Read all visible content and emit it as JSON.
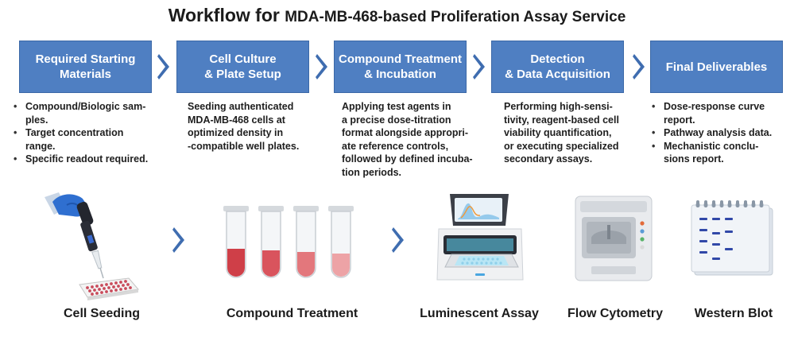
{
  "title": {
    "prefix": "Workflow for ",
    "rest": "MDA-MB-468-based Proliferation Assay Service"
  },
  "colors": {
    "step_fill": "#4f7fc2",
    "chevron": "#3f6db0"
  },
  "steps": [
    {
      "label": "Required Starting Materials",
      "lines": [
        "Required Starting",
        "Materials"
      ],
      "bullets": [
        "Compound/Biologic sam-ples.",
        "Target concentration range.",
        "Specific readout required."
      ],
      "bullet_lines": [
        [
          "Compound/Biologic sam-",
          "ples."
        ],
        [
          "Target concentration",
          "range."
        ],
        [
          "Specific readout required."
        ]
      ]
    },
    {
      "label": "Cell Culture & Plate Setup",
      "lines": [
        "Cell Culture",
        "& Plate Setup"
      ],
      "text": "Seeding authenticated MDA-MB-468 cells at optimized density in -compatible well plates.",
      "text_lines": [
        "Seeding authenticated",
        "MDA-MB-468 cells at",
        "optimized density in",
        "-compatible well plates."
      ]
    },
    {
      "label": "Compound Treatment & Incubation",
      "lines": [
        "Compound Treatment",
        "& Incubation"
      ],
      "text": "Applying test agents in a precise dose-titration format alongside appropri-ate reference controls, followed by defined incuba-tion periods.",
      "text_lines": [
        "Applying test agents in",
        "a precise dose-titration",
        "format alongside appropri-",
        "ate reference controls,",
        "followed by defined incuba-",
        "tion periods."
      ]
    },
    {
      "label": "Detection & Data Acquisition",
      "lines": [
        "Detection",
        "& Data Acquisition"
      ],
      "text": "Performing high-sensi-tivity, reagent-based cell viability quantification, or executing specialized secondary assays.",
      "text_lines": [
        "Performing high-sensi-",
        "tivity, reagent-based cell",
        "viability quantification,",
        "or executing specialized",
        "secondary assays."
      ]
    },
    {
      "label": "Final Deliverables",
      "lines": [
        "Final Deliverables"
      ],
      "bullets": [
        "Dose-response curve report.",
        "Pathway analysis data.",
        "Mechanistic conclu-sions report."
      ],
      "bullet_lines": [
        [
          "Dose-response curve",
          "report."
        ],
        [
          "Pathway analysis data."
        ],
        [
          "Mechanistic conclu-",
          "sions report."
        ]
      ]
    }
  ],
  "illustrations": [
    {
      "icon": "pipette-plate-icon",
      "caption": "Cell Seeding"
    },
    {
      "icon": "test-tubes-icon",
      "caption": "Compound Treatment"
    },
    {
      "icon": "plate-reader-icon",
      "caption": "Luminescent Assay"
    },
    {
      "icon": "flow-cytometer-icon",
      "caption": "Flow Cytometry"
    },
    {
      "icon": "western-blot-icon",
      "caption": "Western Blot"
    }
  ]
}
